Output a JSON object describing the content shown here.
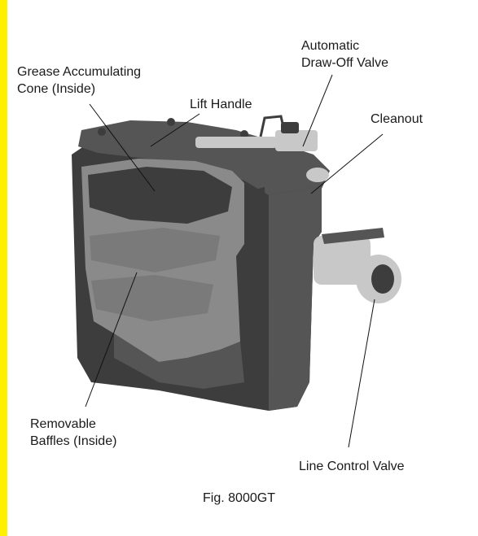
{
  "colors": {
    "accent_bar": "#ffef00",
    "body_dark": "#3d3d3d",
    "body_mid": "#555555",
    "body_light": "#7a7a7a",
    "interior": "#8a8a8a",
    "metal": "#c8c8c8"
  },
  "labels": {
    "grease_cone": [
      "Grease Accumulating",
      "Cone (Inside)"
    ],
    "lift_handle": "Lift Handle",
    "draw_off_valve": [
      "Automatic",
      "Draw-Off Valve"
    ],
    "cleanout": "Cleanout",
    "baffles": [
      "Removable",
      "Baffles (Inside)"
    ],
    "line_control_valve": "Line Control Valve"
  },
  "caption": "Fig. 8000GT"
}
